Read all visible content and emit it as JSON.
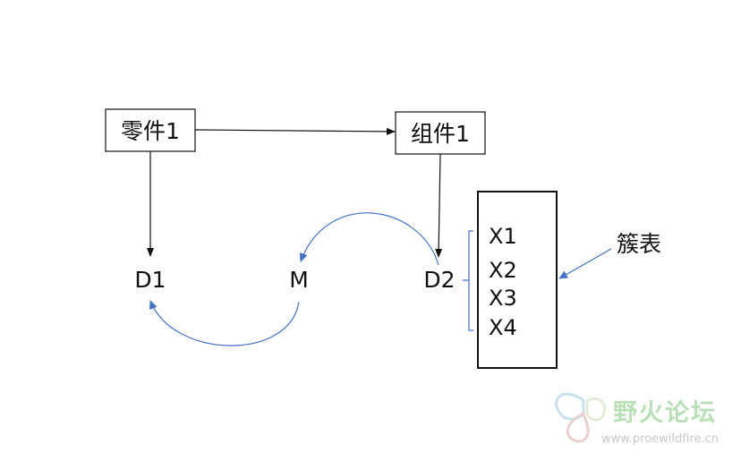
{
  "diagram": {
    "part_box": {
      "label": "零件1"
    },
    "assembly_box": {
      "label": "组件1"
    },
    "node_d1": {
      "label": "D1"
    },
    "node_m": {
      "label": "M"
    },
    "node_d2": {
      "label": "D2"
    },
    "cluster_table": {
      "items": [
        "X1",
        "X2",
        "X3",
        "X4"
      ]
    },
    "cluster_label": "簇表",
    "colors": {
      "primary_line": "#111111",
      "accent_line": "#4472c4"
    }
  },
  "watermark": {
    "brand": "野火论坛",
    "url": "www.proewildfire.cn",
    "icon": "butterfly-logo-icon"
  }
}
